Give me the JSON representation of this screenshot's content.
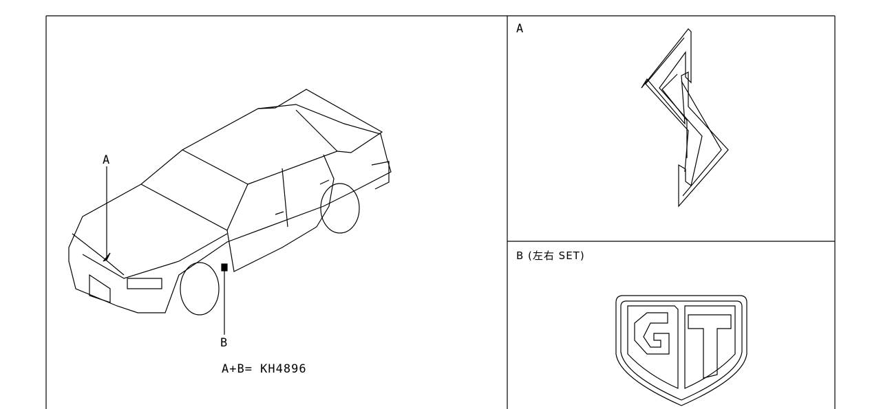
{
  "callouts": {
    "a": "A",
    "b": "B"
  },
  "part_number": "A+B= KH4896",
  "panel_a": {
    "label": "A"
  },
  "panel_b": {
    "label": "B (左右 SET)"
  },
  "colors": {
    "line": "#000000",
    "background": "#ffffff"
  }
}
